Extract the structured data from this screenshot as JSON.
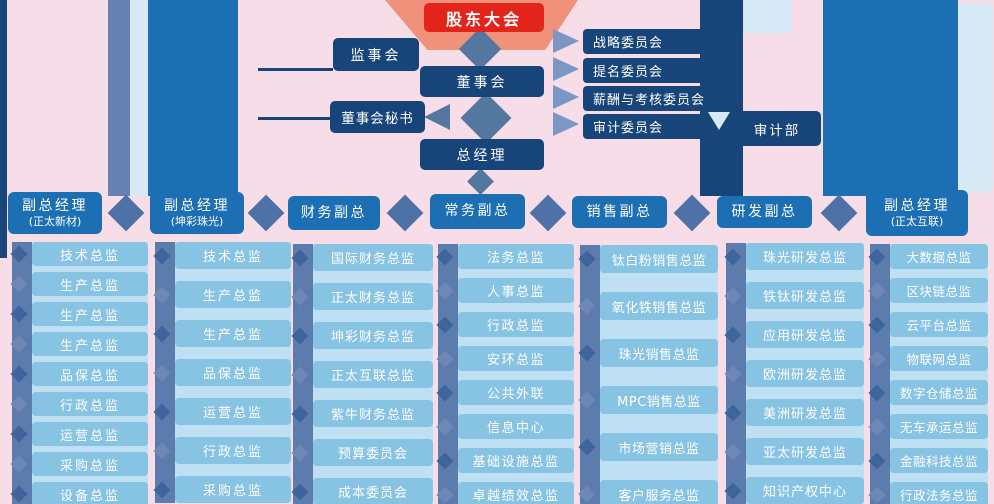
{
  "top": {
    "shareholders": "股东大会",
    "supervisory_board": "监事会",
    "board": "董事会",
    "board_secretary": "董事会秘书",
    "general_manager": "总经理",
    "committees": [
      "战略委员会",
      "提名委员会",
      "薪酬与考核委员会",
      "审计委员会"
    ],
    "audit_dept": "审计部"
  },
  "columns": [
    {
      "label": "副总经理",
      "sublabel": "(正太新材)",
      "items": [
        "技术总监",
        "生产总监",
        "生产总监",
        "生产总监",
        "品保总监",
        "行政总监",
        "运营总监",
        "采购总监",
        "设备总监"
      ]
    },
    {
      "label": "副总经理",
      "sublabel": "(坤彩珠光)",
      "items": [
        "技术总监",
        "生产总监",
        "生产总监",
        "品保总监",
        "运营总监",
        "行政总监",
        "采购总监"
      ]
    },
    {
      "label": "财务副总",
      "sublabel": "",
      "items": [
        "国际财务总监",
        "正太财务总监",
        "坤彩财务总监",
        "正太互联总监",
        "紫牛财务总监",
        "预算委员会",
        "成本委员会"
      ]
    },
    {
      "label": "常务副总",
      "sublabel": "",
      "items": [
        "法务总监",
        "人事总监",
        "行政总监",
        "安环总监",
        "公共外联",
        "信息中心",
        "基础设施总监",
        "卓越绩效总监"
      ]
    },
    {
      "label": "销售副总",
      "sublabel": "",
      "items": [
        "钛白粉销售总监",
        "氧化铁销售总监",
        "珠光销售总监",
        "MPC销售总监",
        "市场营销总监",
        "客户服务总监"
      ]
    },
    {
      "label": "研发副总",
      "sublabel": "",
      "items": [
        "珠光研发总监",
        "铁钛研发总监",
        "应用研发总监",
        "欧洲研发总监",
        "美洲研发总监",
        "亚太研发总监",
        "知识产权中心"
      ]
    },
    {
      "label": "副总经理",
      "sublabel": "(正太互联)",
      "items": [
        "大数据总监",
        "区块链总监",
        "云平台总监",
        "物联网总监",
        "数字仓储总监",
        "无车承运总监",
        "金融科技总监",
        "行政法务总监"
      ]
    }
  ],
  "colors": {
    "background_pink": "#f6dde8",
    "navy_box": "#174579",
    "medium_blue_box": "#1c6fb3",
    "light_blue_item": "#87c3e2",
    "steel_connector": "#5b7cad",
    "red_box": "#e2241b",
    "salmon_funnel": "#f0917b",
    "pale_blue": "#d8e9f6"
  }
}
